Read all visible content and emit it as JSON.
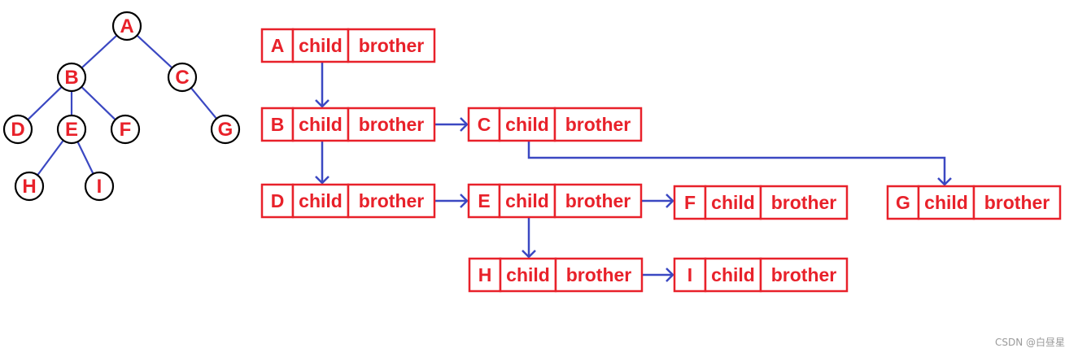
{
  "tree": {
    "nodes": [
      {
        "id": "A",
        "label": "A"
      },
      {
        "id": "B",
        "label": "B"
      },
      {
        "id": "C",
        "label": "C"
      },
      {
        "id": "D",
        "label": "D"
      },
      {
        "id": "E",
        "label": "E"
      },
      {
        "id": "F",
        "label": "F"
      },
      {
        "id": "G",
        "label": "G"
      },
      {
        "id": "H",
        "label": "H"
      },
      {
        "id": "I",
        "label": "I"
      }
    ],
    "edges": [
      [
        "A",
        "B"
      ],
      [
        "A",
        "C"
      ],
      [
        "B",
        "D"
      ],
      [
        "B",
        "E"
      ],
      [
        "B",
        "F"
      ],
      [
        "C",
        "G"
      ],
      [
        "E",
        "H"
      ],
      [
        "E",
        "I"
      ]
    ]
  },
  "boxes": [
    {
      "id": "A",
      "label": "A",
      "child_field": "child",
      "brother_field": "brother"
    },
    {
      "id": "B",
      "label": "B",
      "child_field": "child",
      "brother_field": "brother"
    },
    {
      "id": "C",
      "label": "C",
      "child_field": "child",
      "brother_field": "brother"
    },
    {
      "id": "D",
      "label": "D",
      "child_field": "child",
      "brother_field": "brother"
    },
    {
      "id": "E",
      "label": "E",
      "child_field": "child",
      "brother_field": "brother"
    },
    {
      "id": "F",
      "label": "F",
      "child_field": "child",
      "brother_field": "brother"
    },
    {
      "id": "G",
      "label": "G",
      "child_field": "child",
      "brother_field": "brother"
    },
    {
      "id": "H",
      "label": "H",
      "child_field": "child",
      "brother_field": "brother"
    },
    {
      "id": "I",
      "label": "I",
      "child_field": "child",
      "brother_field": "brother"
    }
  ],
  "pointers": [
    {
      "from": "A",
      "field": "child",
      "to": "B"
    },
    {
      "from": "B",
      "field": "child",
      "to": "D"
    },
    {
      "from": "B",
      "field": "brother",
      "to": "C"
    },
    {
      "from": "C",
      "field": "child",
      "to": "G"
    },
    {
      "from": "D",
      "field": "brother",
      "to": "E"
    },
    {
      "from": "E",
      "field": "child",
      "to": "H"
    },
    {
      "from": "E",
      "field": "brother",
      "to": "F"
    },
    {
      "from": "H",
      "field": "brother",
      "to": "I"
    }
  ],
  "colors": {
    "node_text": "#e8212a",
    "box_border": "#e8212a",
    "edge": "#3b48c2"
  },
  "watermark": "CSDN @白昼星"
}
